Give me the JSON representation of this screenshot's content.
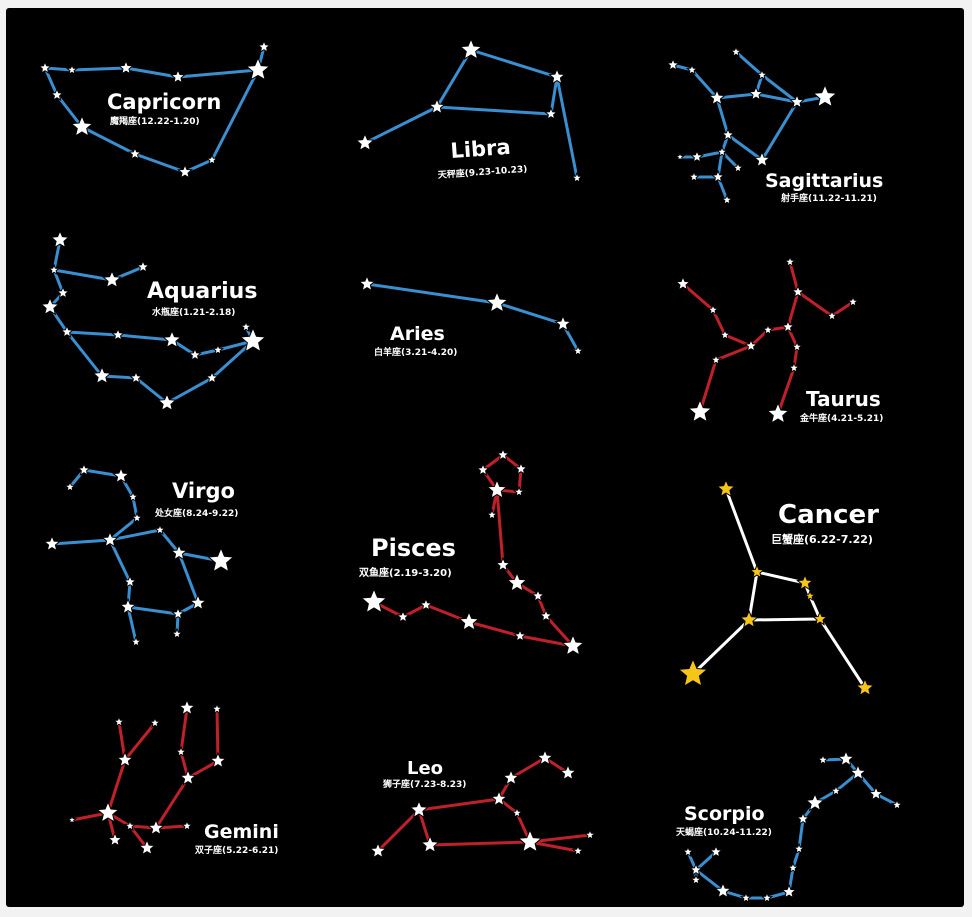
{
  "colors": {
    "background": "#000000",
    "line_blue": "#3a8fd0",
    "line_red": "#c0202a",
    "line_white": "#ffffff",
    "star_white": "#ffffff",
    "star_yellow": "#f5c518"
  },
  "constellations": [
    {
      "key": "capricorn",
      "name": "Capricorn",
      "subtitle": "魔羯座(12.22-1.20)"
    },
    {
      "key": "libra",
      "name": "Libra",
      "subtitle": "天秤座(9.23-10.23)"
    },
    {
      "key": "sagittarius",
      "name": "Sagittarius",
      "subtitle": "射手座(11.22-11.21)"
    },
    {
      "key": "aquarius",
      "name": "Aquarius",
      "subtitle": "水瓶座(1.21-2.18)"
    },
    {
      "key": "aries",
      "name": "Aries",
      "subtitle": "白羊座(3.21-4.20)"
    },
    {
      "key": "taurus",
      "name": "Taurus",
      "subtitle": "金牛座(4.21-5.21)"
    },
    {
      "key": "virgo",
      "name": "Virgo",
      "subtitle": "处女座(8.24-9.22)"
    },
    {
      "key": "pisces",
      "name": "Pisces",
      "subtitle": "双鱼座(2.19-3.20)"
    },
    {
      "key": "cancer",
      "name": "Cancer",
      "subtitle": "巨蟹座(6.22-7.22)"
    },
    {
      "key": "gemini",
      "name": "Gemini",
      "subtitle": "双子座(5.22-6.21)"
    },
    {
      "key": "leo",
      "name": "Leo",
      "subtitle": "狮子座(7.23-8.23)"
    },
    {
      "key": "scorpio",
      "name": "Scorpio",
      "subtitle": "天蝎座(10.24-11.22)"
    }
  ]
}
